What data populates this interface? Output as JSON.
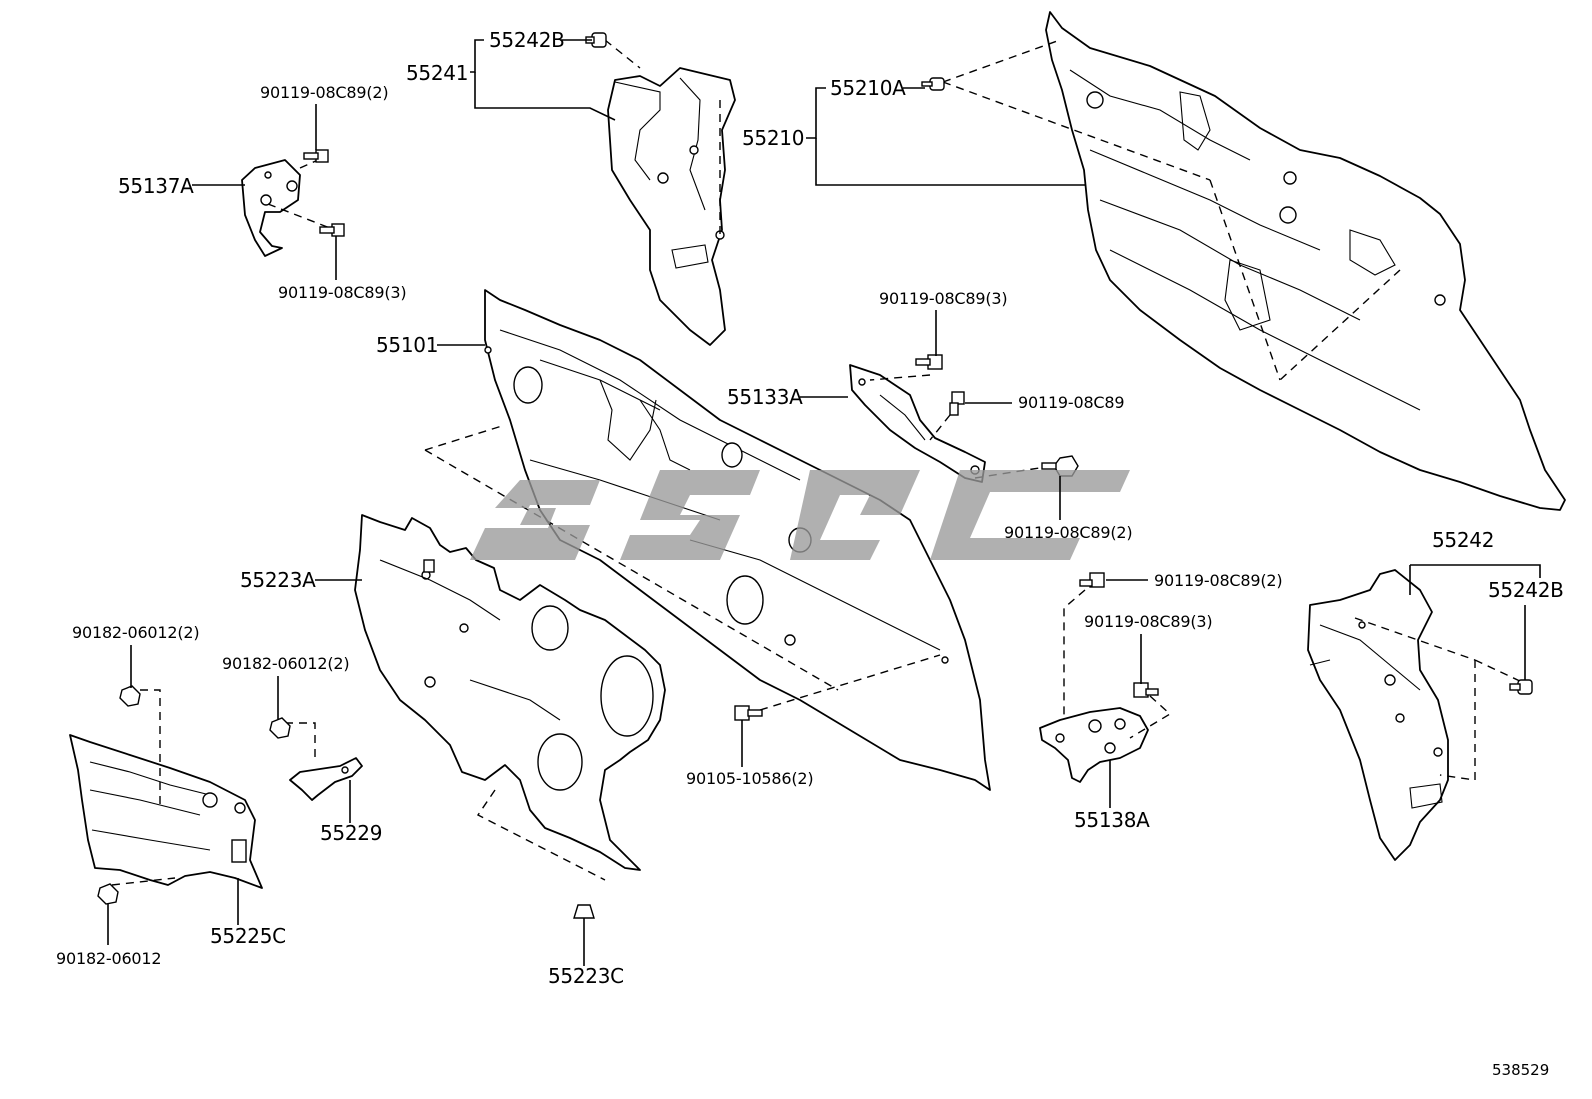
{
  "diagram": {
    "callouts": [
      {
        "id": "c-55242B-top",
        "label": "55242B"
      },
      {
        "id": "c-55241",
        "label": "55241"
      },
      {
        "id": "c-90119-2-top",
        "label": "90119-08C89(2)"
      },
      {
        "id": "c-55137A",
        "label": "55137A"
      },
      {
        "id": "c-90119-3-left",
        "label": "90119-08C89(3)"
      },
      {
        "id": "c-55210A",
        "label": "55210A"
      },
      {
        "id": "c-55210",
        "label": "55210"
      },
      {
        "id": "c-55101",
        "label": "55101"
      },
      {
        "id": "c-90119-3-mid",
        "label": "90119-08C89(3)"
      },
      {
        "id": "c-55133A",
        "label": "55133A"
      },
      {
        "id": "c-90119-mid",
        "label": "90119-08C89"
      },
      {
        "id": "c-90119-2-mid",
        "label": "90119-08C89(2)"
      },
      {
        "id": "c-55242",
        "label": "55242"
      },
      {
        "id": "c-55242B-right",
        "label": "55242B"
      },
      {
        "id": "c-90119-2-right",
        "label": "90119-08C89(2)"
      },
      {
        "id": "c-90119-3-right",
        "label": "90119-08C89(3)"
      },
      {
        "id": "c-55223A",
        "label": "55223A"
      },
      {
        "id": "c-90182-2-left",
        "label": "90182-06012(2)"
      },
      {
        "id": "c-90182-2-mid",
        "label": "90182-06012(2)"
      },
      {
        "id": "c-55229",
        "label": "55229"
      },
      {
        "id": "c-90105",
        "label": "90105-10586(2)"
      },
      {
        "id": "c-55138A",
        "label": "55138A"
      },
      {
        "id": "c-55225C",
        "label": "55225C"
      },
      {
        "id": "c-90182-single",
        "label": "90182-06012"
      },
      {
        "id": "c-55223C",
        "label": "55223C"
      }
    ],
    "reference_number": "538529",
    "watermark_color": "#9a9a9a",
    "line_color": "#000000"
  }
}
